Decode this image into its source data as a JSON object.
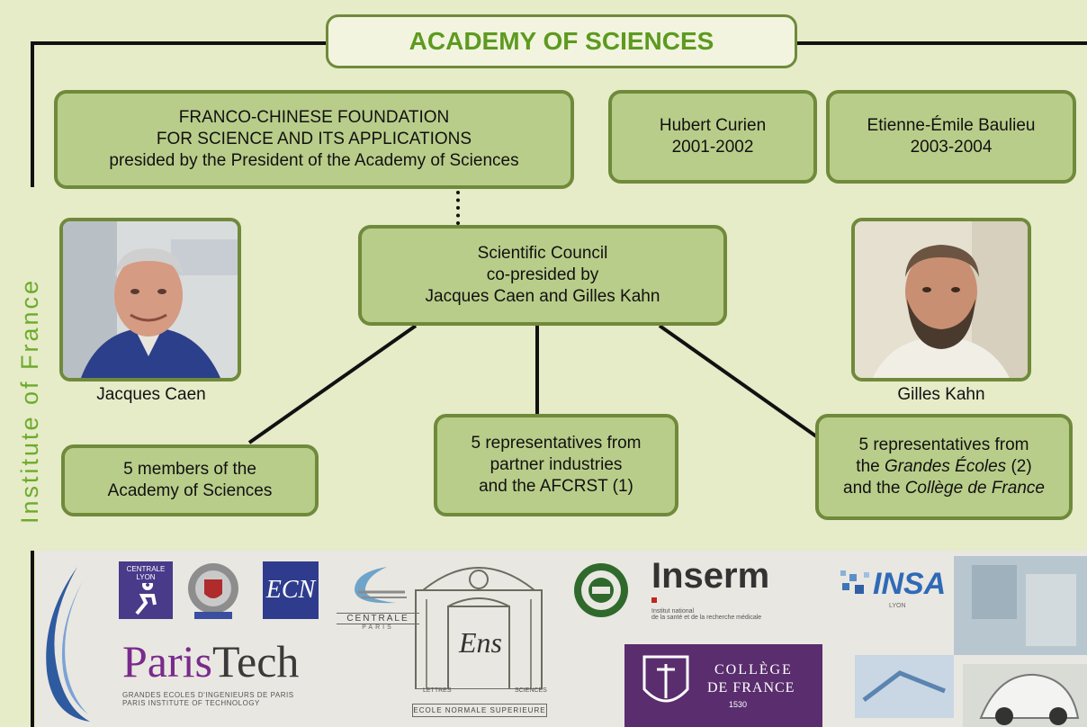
{
  "header": {
    "title": "ACADEMY OF SCIENCES"
  },
  "side_label": "Institute of France",
  "foundation": {
    "line1": "FRANCO-CHINESE FOUNDATION",
    "line2": "FOR SCIENCE AND ITS APPLICATIONS",
    "line3": "presided by the President of the Academy of Sciences"
  },
  "presidents": [
    {
      "name": "Hubert Curien",
      "years": "2001-2002"
    },
    {
      "name": "Etienne-Émile Baulieu",
      "years": "2003-2004"
    }
  ],
  "council": {
    "line1": "Scientific Council",
    "line2": "co-presided by",
    "line3": "Jacques Caen and Gilles Kahn"
  },
  "people": {
    "left_caption": "Jacques Caen",
    "right_caption": "Gilles Kahn"
  },
  "members": {
    "academy": {
      "line1": "5 members of the",
      "line2": "Academy of Sciences"
    },
    "industry": {
      "line1": "5 representatives from",
      "line2": "partner industries",
      "line3": "and the AFCRST (1)"
    },
    "schools": {
      "line1": "5 representatives from",
      "line2_pre": "the ",
      "line2_em": "Grandes Écoles",
      "line2_post": " (2)",
      "line3_pre": "and the ",
      "line3_em": "Collège de France"
    }
  },
  "logos": {
    "centrale_lyon": "CENTRALE LYON",
    "ecn": "ECN",
    "centrale_paris": "CENTRALE",
    "centrale_paris_sub": "PARIS",
    "inserm": "Inserm",
    "inserm_sub1": "Institut national",
    "inserm_sub2": "de la santé et de la recherche médicale",
    "insa": "INSA",
    "insa_sub": "LYON",
    "paristech_a": "Paris",
    "paristech_b": "Tech",
    "paristech_sub1": "GRANDES ECOLES D'INGENIEURS DE PARIS",
    "paristech_sub2": "PARIS INSTITUTE OF TECHNOLOGY",
    "ens_mark": "Ens",
    "ens_left": "LETTRES",
    "ens_right": "SCIENCES",
    "ens_name": "ECOLE NORMALE SUPERIEURE",
    "college_line1": "COLLÈGE",
    "college_line2": "DE FRANCE",
    "college_year": "1530"
  },
  "colors": {
    "background": "#e6ebc8",
    "box_fill": "#b9cd8a",
    "box_border": "#6f8a3b",
    "title_text": "#5d9a1f",
    "side_text": "#6dab2c"
  }
}
